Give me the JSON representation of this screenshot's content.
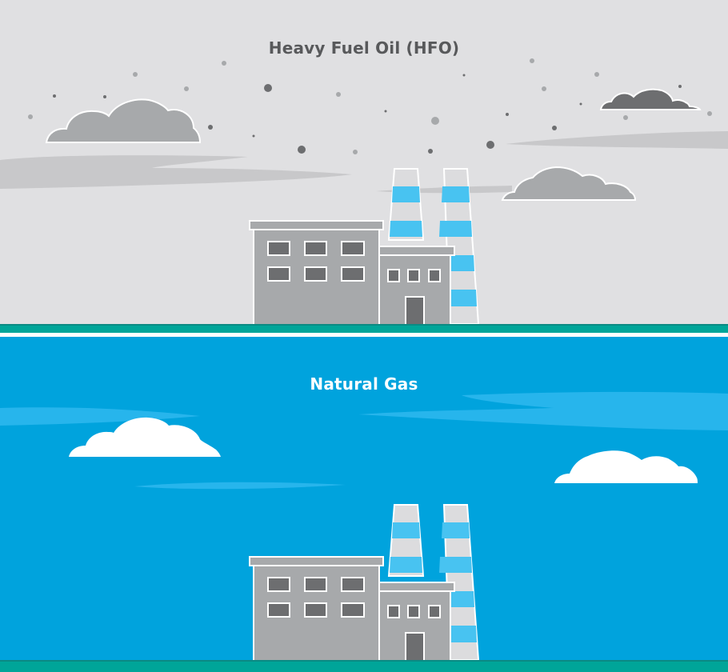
{
  "panels": [
    {
      "id": "hfo",
      "title": "Heavy Fuel Oil (HFO)",
      "sky_color": "#e0e0e2",
      "haze_color": "#c8c8ca",
      "cloud_color": "#a7a9ab",
      "dark_cloud_color": "#6d6e70",
      "pollution_dots": true
    },
    {
      "id": "gas",
      "title": "Natural Gas",
      "sky_color": "#00a3dd",
      "haze_color": "#27b5ec",
      "cloud_color": "#ffffff",
      "pollution_dots": false
    }
  ],
  "colors": {
    "ground": "#00a599",
    "ground_edge": "#0b8a83",
    "separator": "#ffffff",
    "building": "#a7a9ab",
    "window": "#6d6e70",
    "chimney_light": "#dcdcde",
    "chimney_stripe": "#48c3f1",
    "outline": "#ffffff"
  }
}
